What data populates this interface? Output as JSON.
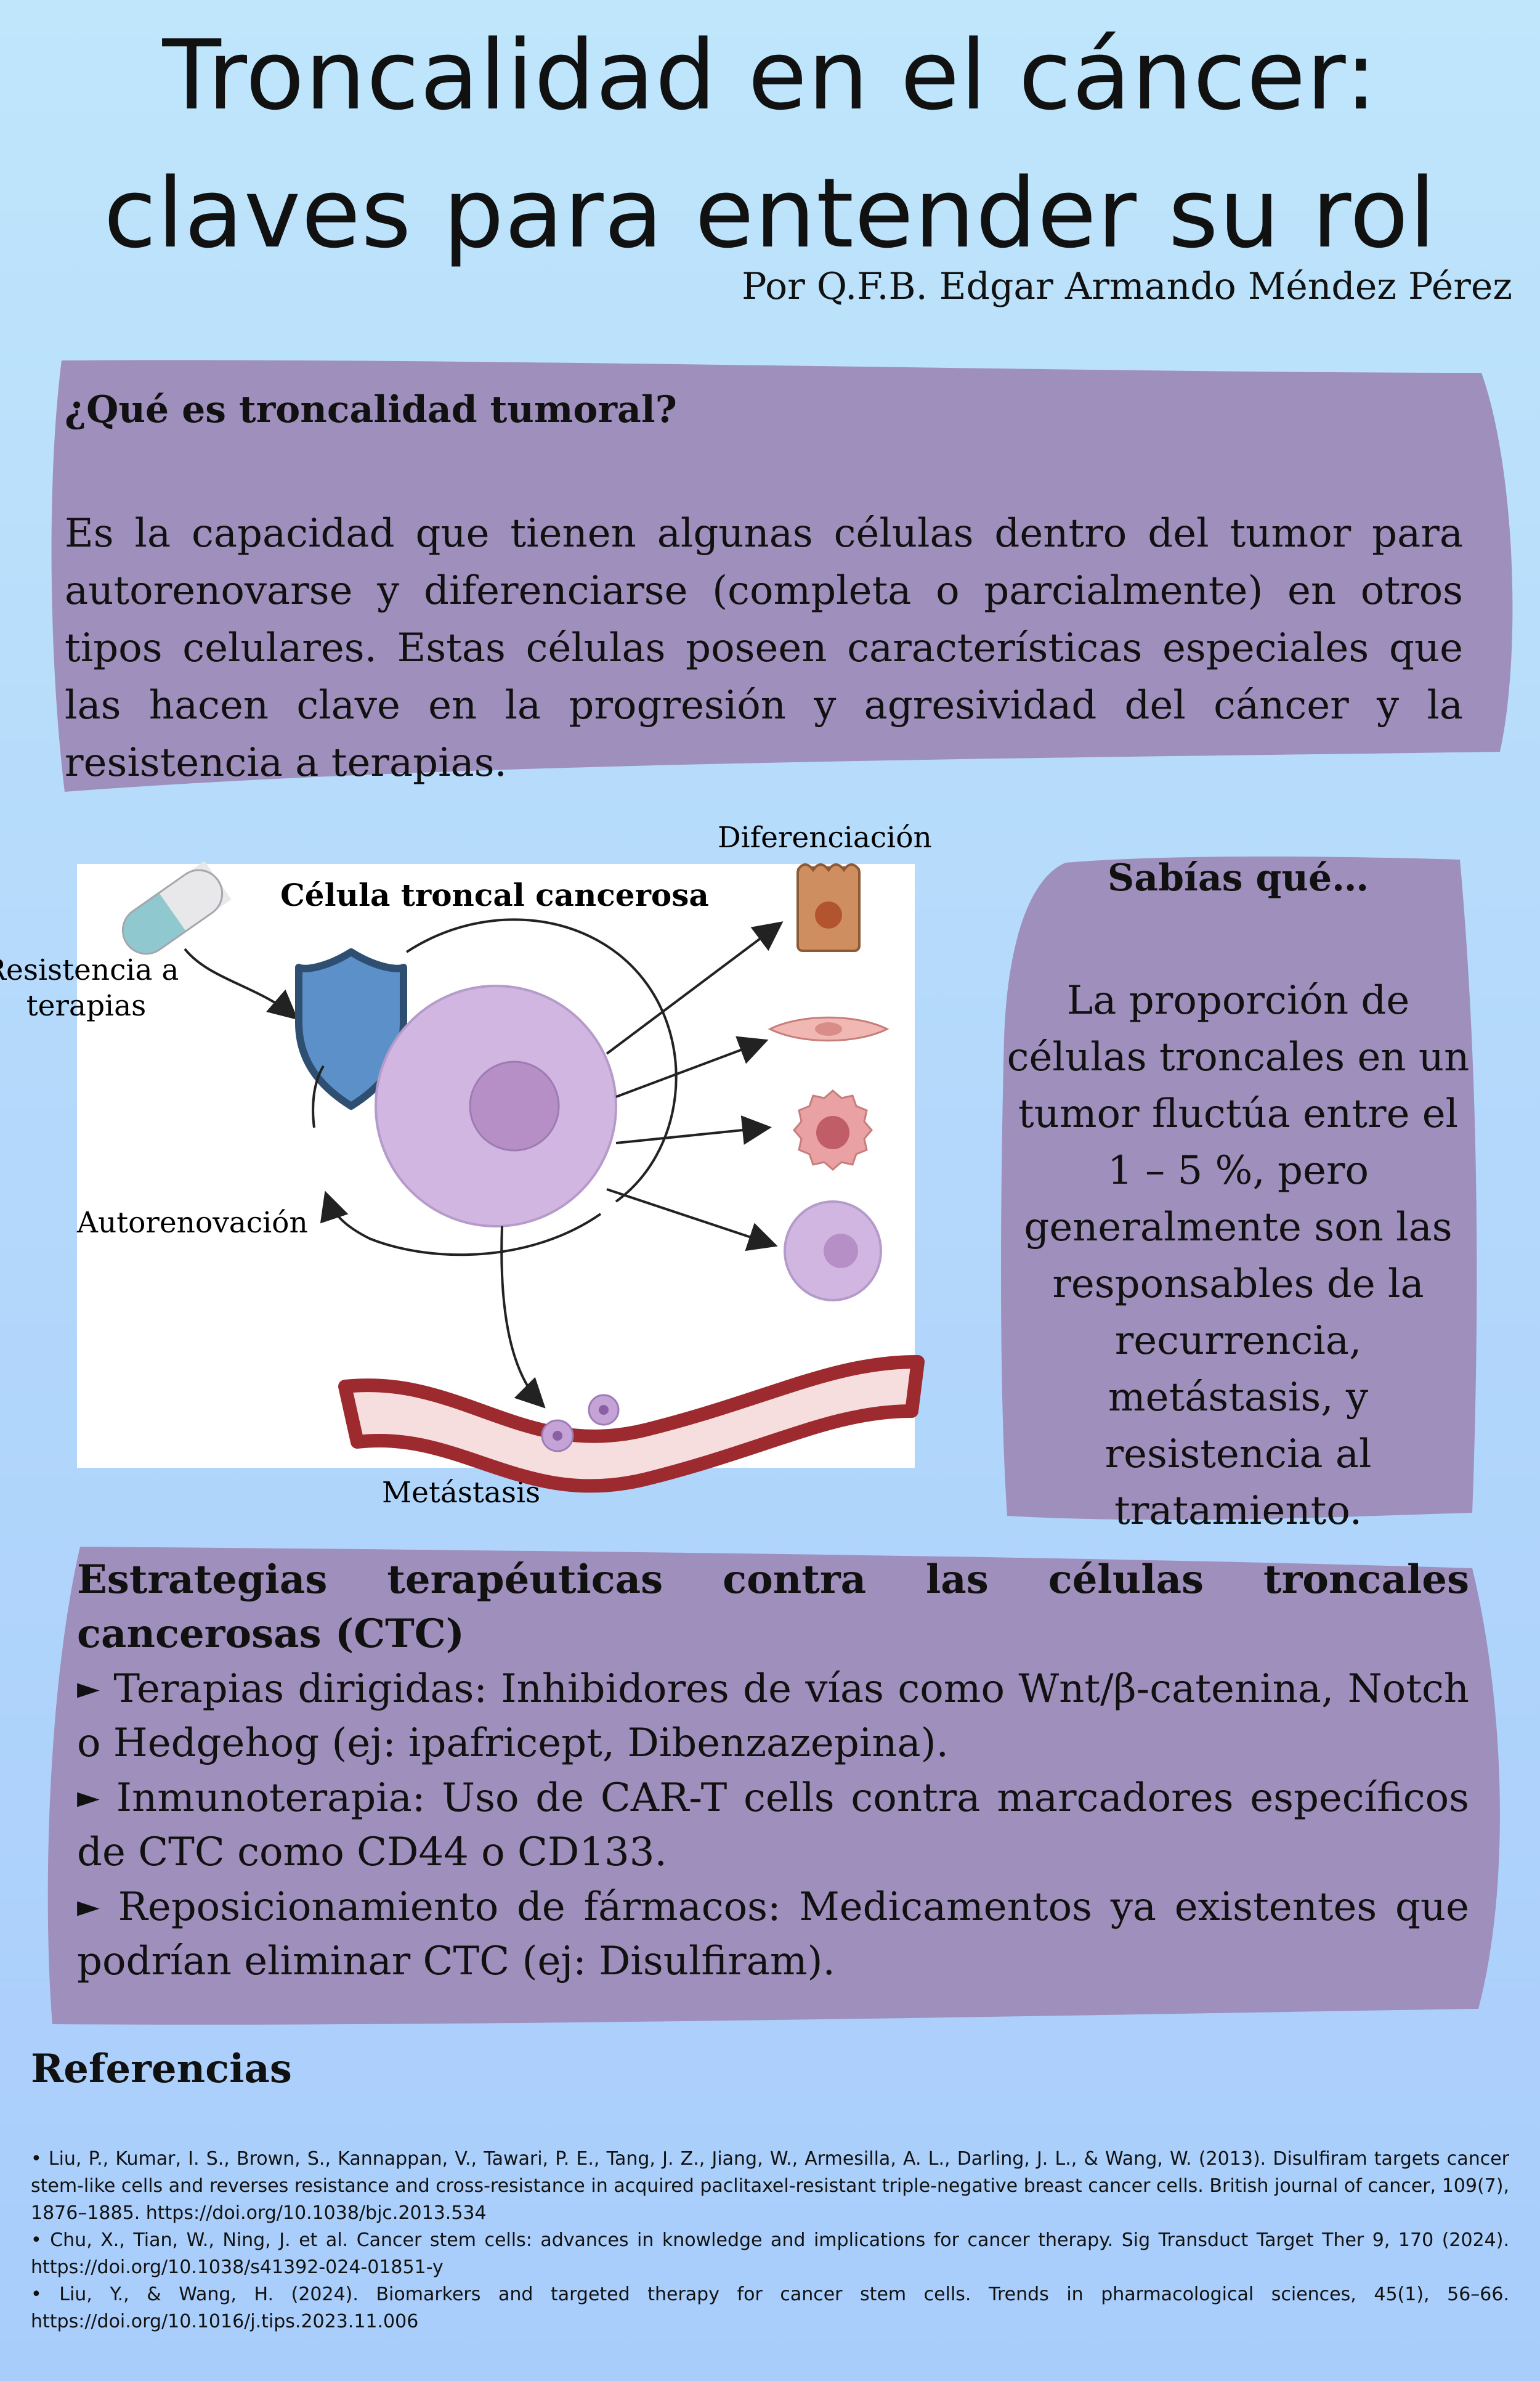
{
  "title": {
    "line1": "Troncalidad en el cáncer:",
    "line2": "claves para entender su rol"
  },
  "author": "Por Q.F.B. Edgar Armando Méndez Pérez",
  "what_is": {
    "heading": "¿Qué es troncalidad tumoral?",
    "body": "Es la capacidad que tienen algunas células dentro del tumor para autorenovarse y diferenciarse (completa o parcialmente) en otros tipos celulares. Estas células poseen características especiales que las hacen clave en la progresión y agresividad del cáncer y la resistencia a terapias."
  },
  "diagram": {
    "center_label": "Célula troncal cancerosa",
    "labels": {
      "differentiation": "Diferenciación",
      "resistance": "Resistencia a terapias",
      "self_renewal": "Autorenovación",
      "metastasis": "Metástasis"
    },
    "colors": {
      "cell": "#d2b6e2",
      "nucleus": "#b58fc6",
      "shield": "#5b90c8",
      "vessel_wall": "#9c2a2f",
      "vessel_lumen": "#f7dede"
    }
  },
  "did_you_know": {
    "title": "Sabías qué…",
    "body": "La proporción de células troncales en un tumor fluctúa entre el 1 – 5 %, pero generalmente son las responsables de la recurrencia, metástasis, y resistencia al tratamiento."
  },
  "strategies": {
    "title": "Estrategias terapéuticas contra las células troncales cancerosas (CTC)",
    "bullet_symbol": "►",
    "items": [
      "Terapias dirigidas: Inhibidores de vías como Wnt/β-catenina, Notch o Hedgehog (ej: ipafricept, Dibenzazepina).",
      "Inmunoterapia: Uso de CAR-T cells contra marcadores específicos de CTC como CD44 o CD133.",
      "Reposicionamiento de fármacos: Medicamentos ya existentes que podrían eliminar CTC (ej: Disulfiram)."
    ]
  },
  "references": {
    "title": "Referencias",
    "items": [
      "• Liu, P., Kumar, I. S., Brown, S., Kannappan, V., Tawari, P. E., Tang, J. Z., Jiang, W., Armesilla, A. L., Darling, J. L., & Wang, W. (2013). Disulfiram targets cancer stem-like cells and reverses resistance and cross-resistance in acquired paclitaxel-resistant triple-negative breast cancer cells. British journal of cancer, 109(7), 1876–1885. https://doi.org/10.1038/bjc.2013.534",
      "• Chu, X., Tian, W., Ning, J. et al. Cancer stem cells: advances in knowledge and implications for cancer therapy. Sig Transduct Target Ther 9, 170 (2024). https://doi.org/10.1038/s41392-024-01851-y",
      "• Liu, Y., & Wang, H. (2024). Biomarkers and targeted therapy for cancer stem cells. Trends in pharmacological sciences, 45(1), 56–66. https://doi.org/10.1016/j.tips.2023.11.006"
    ]
  },
  "theme": {
    "box_color": "#9f8fbc",
    "background_top": "#bfe6fb",
    "background_bottom": "#a9cdfb"
  }
}
